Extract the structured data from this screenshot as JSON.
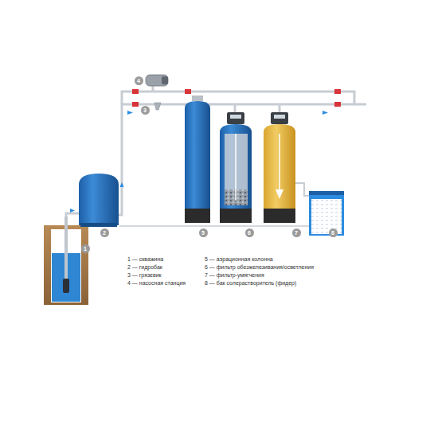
{
  "diagram": {
    "nodes": [
      {
        "text": [
          "1"
        ]
      },
      {
        "text": [
          "2"
        ]
      },
      {
        "text": [
          "3"
        ]
      },
      {
        "text": [
          "4"
        ]
      },
      {
        "text": [
          "5"
        ]
      },
      {
        "text": [
          "6"
        ]
      },
      {
        "text": [
          "7"
        ]
      },
      {
        "text": [
          "8"
        ]
      }
    ],
    "labels": [
      "1 — скважина",
      "2 — гидробак",
      "3 — грязевик",
      "4 — насосная станция",
      "5 — аэрационная колонна",
      "6 — фильтр обезжелезивания/осветления",
      "7 — фильтр-умягчения",
      "8 — бак солерастворитель (фидер)"
    ]
  }
}
